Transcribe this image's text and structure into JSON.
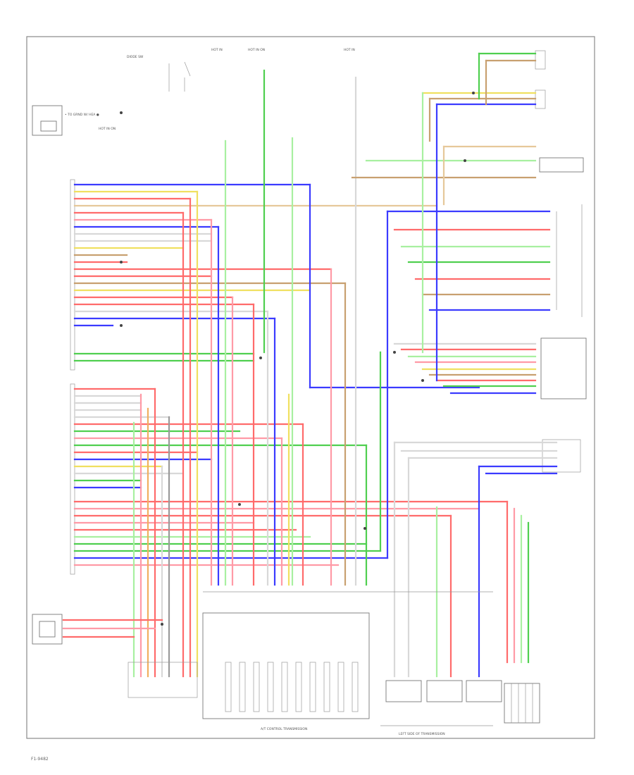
{
  "diagram": {
    "code": "F1-9482",
    "transmission_label": "A/T CONTROL TRANSMISSION",
    "lower_right_label": "LEFT SIDE OF TRANSMISSION",
    "wire_colors": {
      "red": "#ff6b6b",
      "pink": "#ff9aa6",
      "blue": "#3b3bff",
      "lightblue": "#8fa8ff",
      "green": "#4fcf4f",
      "lightgreen": "#a8f0a0",
      "yellow": "#f0e060",
      "orange": "#f0b060",
      "brown": "#c8a070",
      "tan": "#e6c89a",
      "purple": "#b070d0",
      "gray": "#9a9a9a",
      "black": "#333333",
      "white": "#d8d8d8"
    }
  }
}
